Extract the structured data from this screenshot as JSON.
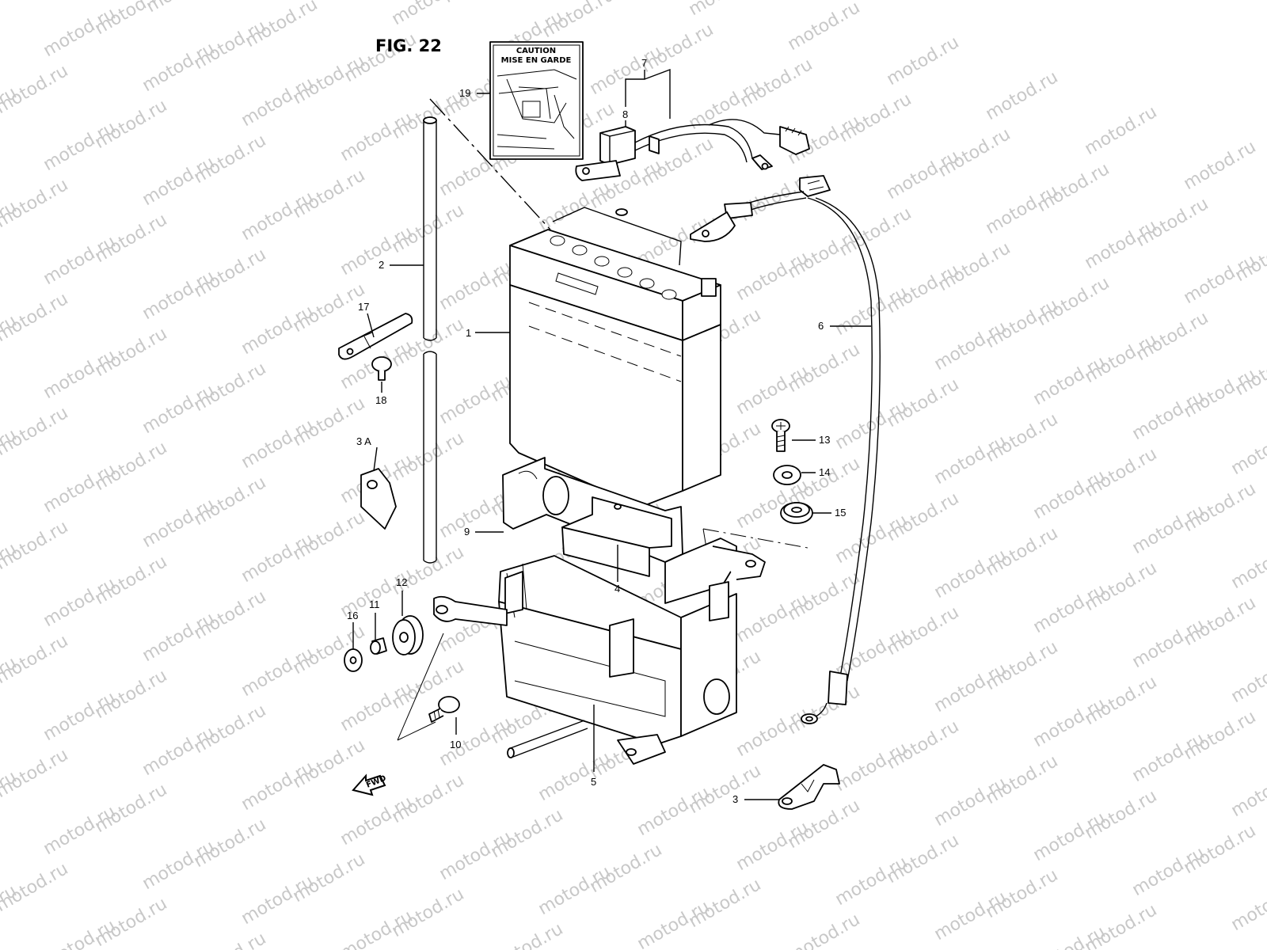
{
  "figure": {
    "title": "FIG. 22"
  },
  "watermark": {
    "text": "motod.ru"
  },
  "caption_label": {
    "line1": "CAUTION",
    "line2": "MISE EN GARDE"
  },
  "fwd_arrow": {
    "text": "FWD"
  },
  "callouts": [
    {
      "id": "c1",
      "text": "1"
    },
    {
      "id": "c2",
      "text": "2"
    },
    {
      "id": "c3",
      "text": "3"
    },
    {
      "id": "c3a",
      "text": "3  A"
    },
    {
      "id": "c4",
      "text": "4"
    },
    {
      "id": "c5",
      "text": "5"
    },
    {
      "id": "c6",
      "text": "6"
    },
    {
      "id": "c7",
      "text": "7"
    },
    {
      "id": "c8",
      "text": "8"
    },
    {
      "id": "c9",
      "text": "9"
    },
    {
      "id": "c10",
      "text": "10"
    },
    {
      "id": "c11",
      "text": "11"
    },
    {
      "id": "c12",
      "text": "12"
    },
    {
      "id": "c13",
      "text": "13"
    },
    {
      "id": "c14",
      "text": "14"
    },
    {
      "id": "c15",
      "text": "15"
    },
    {
      "id": "c16",
      "text": "16"
    },
    {
      "id": "c17",
      "text": "17"
    },
    {
      "id": "c18",
      "text": "18"
    },
    {
      "id": "c19",
      "text": "19"
    }
  ]
}
